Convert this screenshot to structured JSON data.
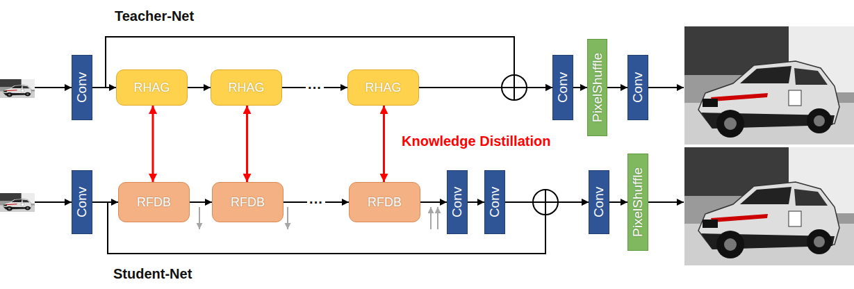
{
  "diagram": {
    "nodes": [
      {
        "text": [
          "Conv"
        ]
      },
      {
        "text": [
          "RHAG"
        ]
      },
      {
        "text": [
          "RHAG"
        ]
      },
      {
        "text": [
          "RHAG"
        ]
      },
      {
        "text": [
          "Conv"
        ]
      },
      {
        "text": [
          "PixelShuffle"
        ]
      },
      {
        "text": [
          "Conv"
        ]
      },
      {
        "text": [
          "Conv"
        ]
      },
      {
        "text": [
          "RFDB"
        ]
      },
      {
        "text": [
          "RFDB"
        ]
      },
      {
        "text": [
          "RFDB"
        ]
      },
      {
        "text": [
          "Conv"
        ]
      },
      {
        "text": [
          "Conv"
        ]
      },
      {
        "text": [
          "Conv"
        ]
      },
      {
        "text": [
          "PixelShuffle"
        ]
      }
    ],
    "edges": [
      {
        "from": 0,
        "to": 1,
        "arrow": "to"
      },
      {
        "from": 1,
        "to": 2,
        "arrow": "to"
      },
      {
        "from": 2,
        "to": 3,
        "label": "···",
        "arrow": "to"
      },
      {
        "from": 3,
        "to": 4,
        "arrow": "to"
      },
      {
        "from": 0,
        "to": 4,
        "arrow": "to"
      },
      {
        "from": 4,
        "to": 5,
        "arrow": "to"
      },
      {
        "from": 5,
        "to": 6,
        "arrow": "to"
      },
      {
        "from": 7,
        "to": 8,
        "arrow": "to"
      },
      {
        "from": 8,
        "to": 9,
        "arrow": "to"
      },
      {
        "from": 9,
        "to": 10,
        "label": "···",
        "arrow": "to"
      },
      {
        "from": 10,
        "to": 11,
        "arrow": "to"
      },
      {
        "from": 11,
        "to": 12,
        "arrow": "to"
      },
      {
        "from": 12,
        "to": 13,
        "arrow": "to"
      },
      {
        "from": 7,
        "to": 13,
        "arrow": "to"
      },
      {
        "from": 13,
        "to": 14,
        "arrow": "to"
      },
      {
        "from": 1,
        "to": 8,
        "arrow": "both"
      },
      {
        "from": 2,
        "to": 9,
        "arrow": "both"
      },
      {
        "from": 3,
        "to": 10,
        "arrow": "both"
      }
    ],
    "labels": [
      "Teacher-Net",
      "Knowledge Distillation",
      "Student-Net"
    ]
  }
}
